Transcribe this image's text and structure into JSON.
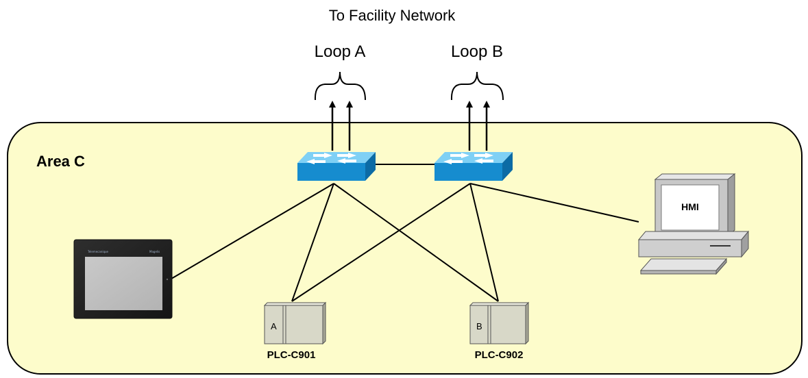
{
  "diagram": {
    "title": "To Facility Network",
    "loops": [
      {
        "label": "Loop A"
      },
      {
        "label": "Loop B"
      }
    ],
    "area": {
      "label": "Area C",
      "fill_color": "#fdfccb",
      "border_color": "#000000"
    },
    "switches": [
      {
        "icon": "network-switch-icon",
        "color": "#1b8fd1"
      },
      {
        "icon": "network-switch-icon",
        "color": "#1b8fd1"
      }
    ],
    "devices": {
      "touch_panel": {
        "icon": "touch-panel-icon"
      },
      "plc_1": {
        "label": "PLC-C901",
        "slot_label": "A",
        "icon": "plc-icon"
      },
      "plc_2": {
        "label": "PLC-C902",
        "slot_label": "B",
        "icon": "plc-icon"
      },
      "hmi": {
        "label": "HMI",
        "icon": "desktop-computer-icon"
      }
    }
  }
}
